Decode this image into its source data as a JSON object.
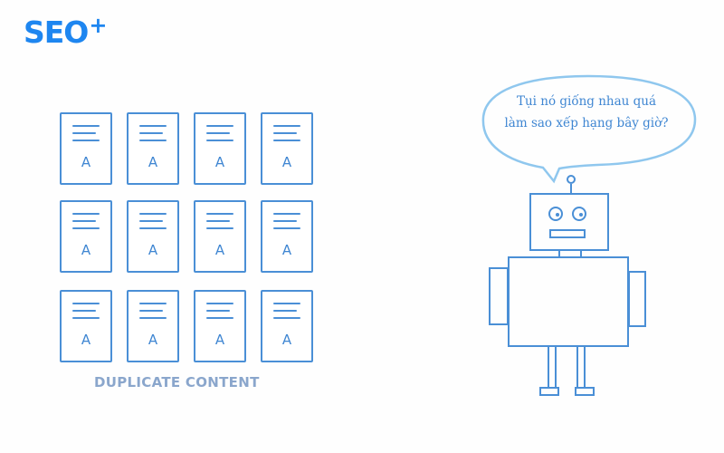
{
  "logo": {
    "text": "SEO",
    "sup": "+"
  },
  "documents": {
    "letter": "A",
    "rows": 3,
    "columns": 4
  },
  "caption": "DUPLICATE CONTENT",
  "speech_bubble": {
    "line1": "Tụi nó giống nhau quá",
    "line2": "làm sao xếp hạng bây giờ?"
  },
  "colors": {
    "brand": "#1e86f0",
    "stroke": "#4a8fd6",
    "caption": "#8aa6cc"
  }
}
